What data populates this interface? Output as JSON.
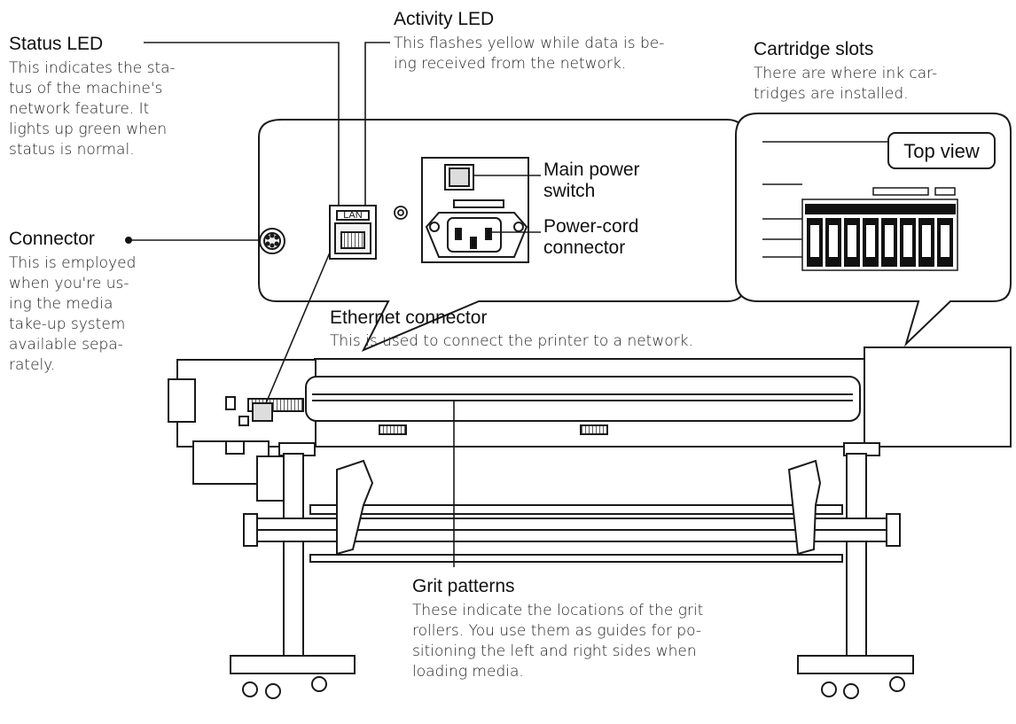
{
  "callouts": {
    "status_led": {
      "title": "Status LED",
      "lines": [
        "This indicates the sta-",
        "tus of the machine's",
        "network feature. It",
        "lights up green when",
        "status is normal."
      ]
    },
    "activity_led": {
      "title": "Activity LED",
      "lines": [
        "This flashes yellow while data is be-",
        "ing received from the network."
      ]
    },
    "cartridge_slots": {
      "title": "Cartridge slots",
      "lines": [
        "There are where ink car-",
        "tridges are installed."
      ]
    },
    "connector": {
      "title": "Connector",
      "lines": [
        "This is employed",
        "when you're us-",
        "ing the media",
        "take-up system",
        "available sepa-",
        "rately."
      ]
    },
    "main_power_switch": {
      "title_lines": [
        "Main power",
        "switch"
      ]
    },
    "power_cord_connector": {
      "title_lines": [
        "Power-cord",
        "connector"
      ]
    },
    "ethernet_connector": {
      "title": "Ethernet connector",
      "lines": [
        "This is used to connect the printer to a network."
      ]
    },
    "grit_patterns": {
      "title": "Grit patterns",
      "lines": [
        "These indicate the locations of the grit",
        "rollers. You use them as guides for po-",
        "sitioning the left and right sides when",
        "loading media."
      ]
    }
  },
  "inset": {
    "top_view_label": "Top view",
    "lan_port_label": "LAN"
  }
}
